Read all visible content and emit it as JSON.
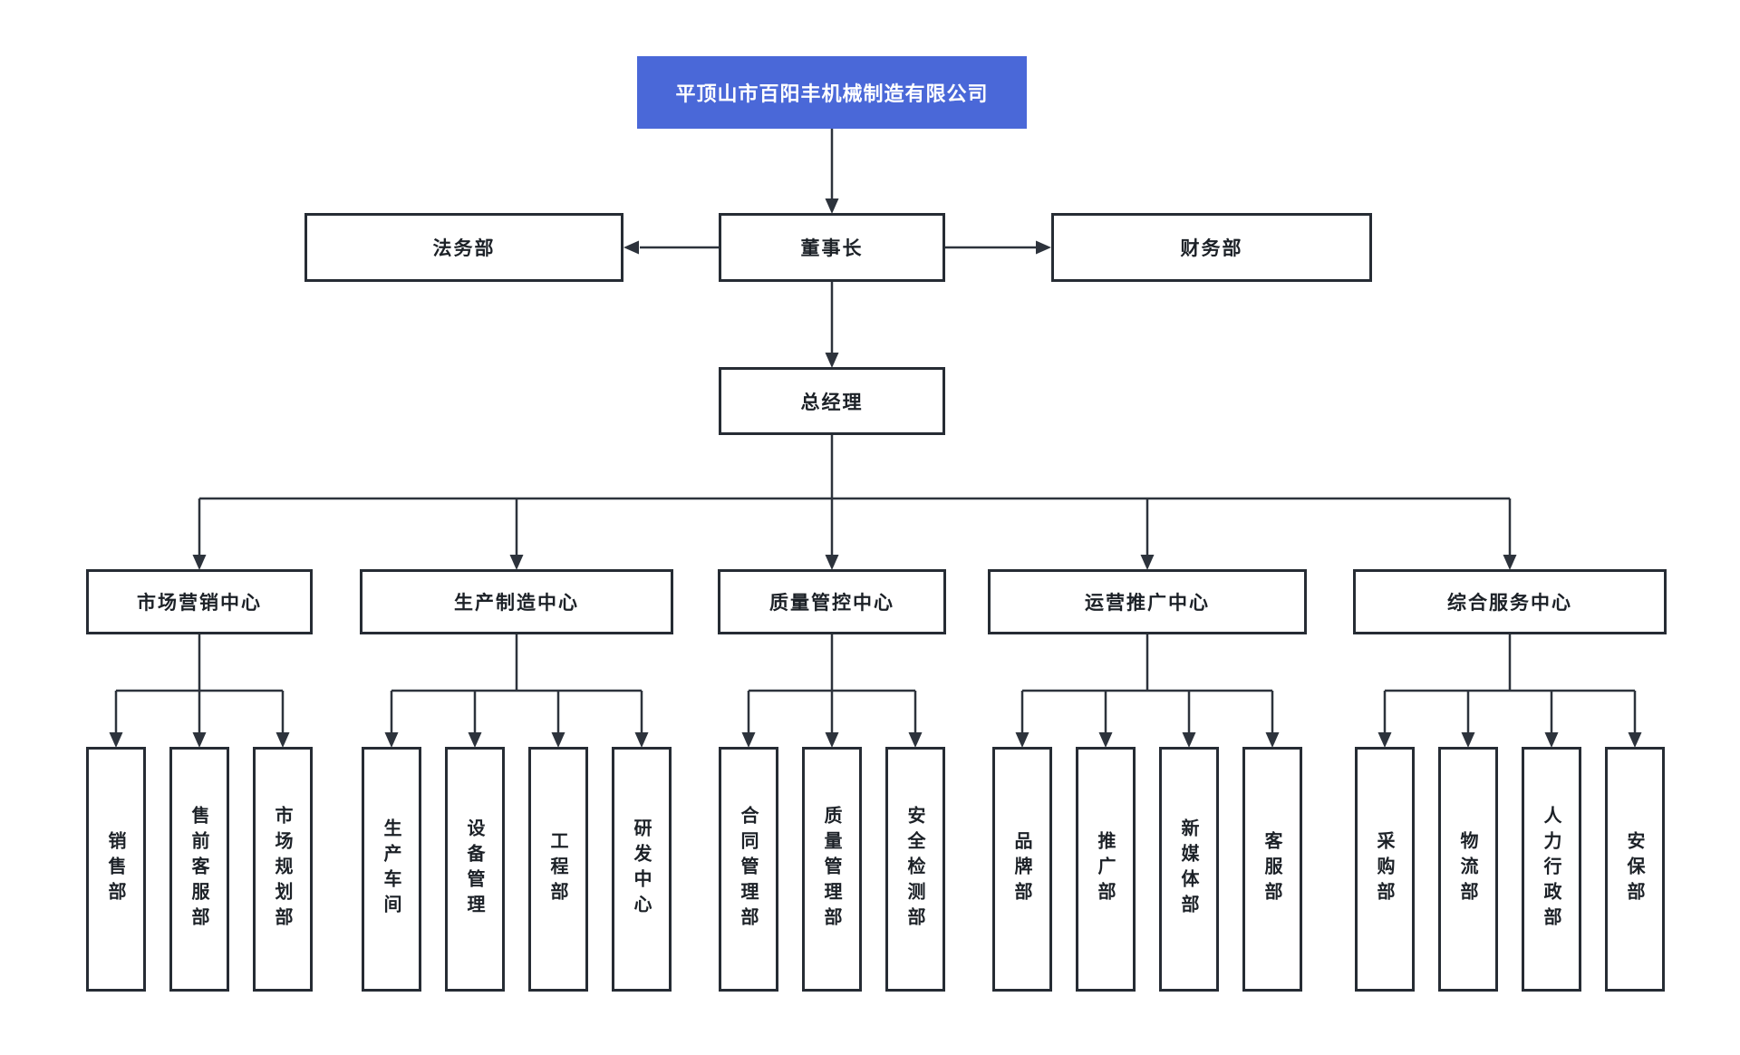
{
  "diagram_title": "平顶山市百阳丰机械制造有限公司",
  "colors": {
    "background": "#ffffff",
    "title_box_bg": "#4a68d8",
    "title_box_text": "#ffffff",
    "node_bg": "#ffffff",
    "node_border": "#262c34",
    "node_text": "#1c2127",
    "connector_line": "#2d333c"
  },
  "org": {
    "company": "平顶山市百阳丰机械制造有限公司",
    "chairman": "董事长",
    "legal": "法务部",
    "finance": "财务部",
    "general_manager": "总经理",
    "centers": [
      {
        "label": "市场营销中心",
        "children": [
          "销售部",
          "售前客服部",
          "市场规划部"
        ]
      },
      {
        "label": "生产制造中心",
        "children": [
          "生产车间",
          "设备管理",
          "工程部",
          "研发中心"
        ]
      },
      {
        "label": "质量管控中心",
        "children": [
          "合同管理部",
          "质量管理部",
          "安全检测部"
        ]
      },
      {
        "label": "运营推广中心",
        "children": [
          "品牌部",
          "推广部",
          "新媒体部",
          "客服部"
        ]
      },
      {
        "label": "综合服务中心",
        "children": [
          "采购部",
          "物流部",
          "人力行政部",
          "安保部"
        ]
      }
    ]
  }
}
